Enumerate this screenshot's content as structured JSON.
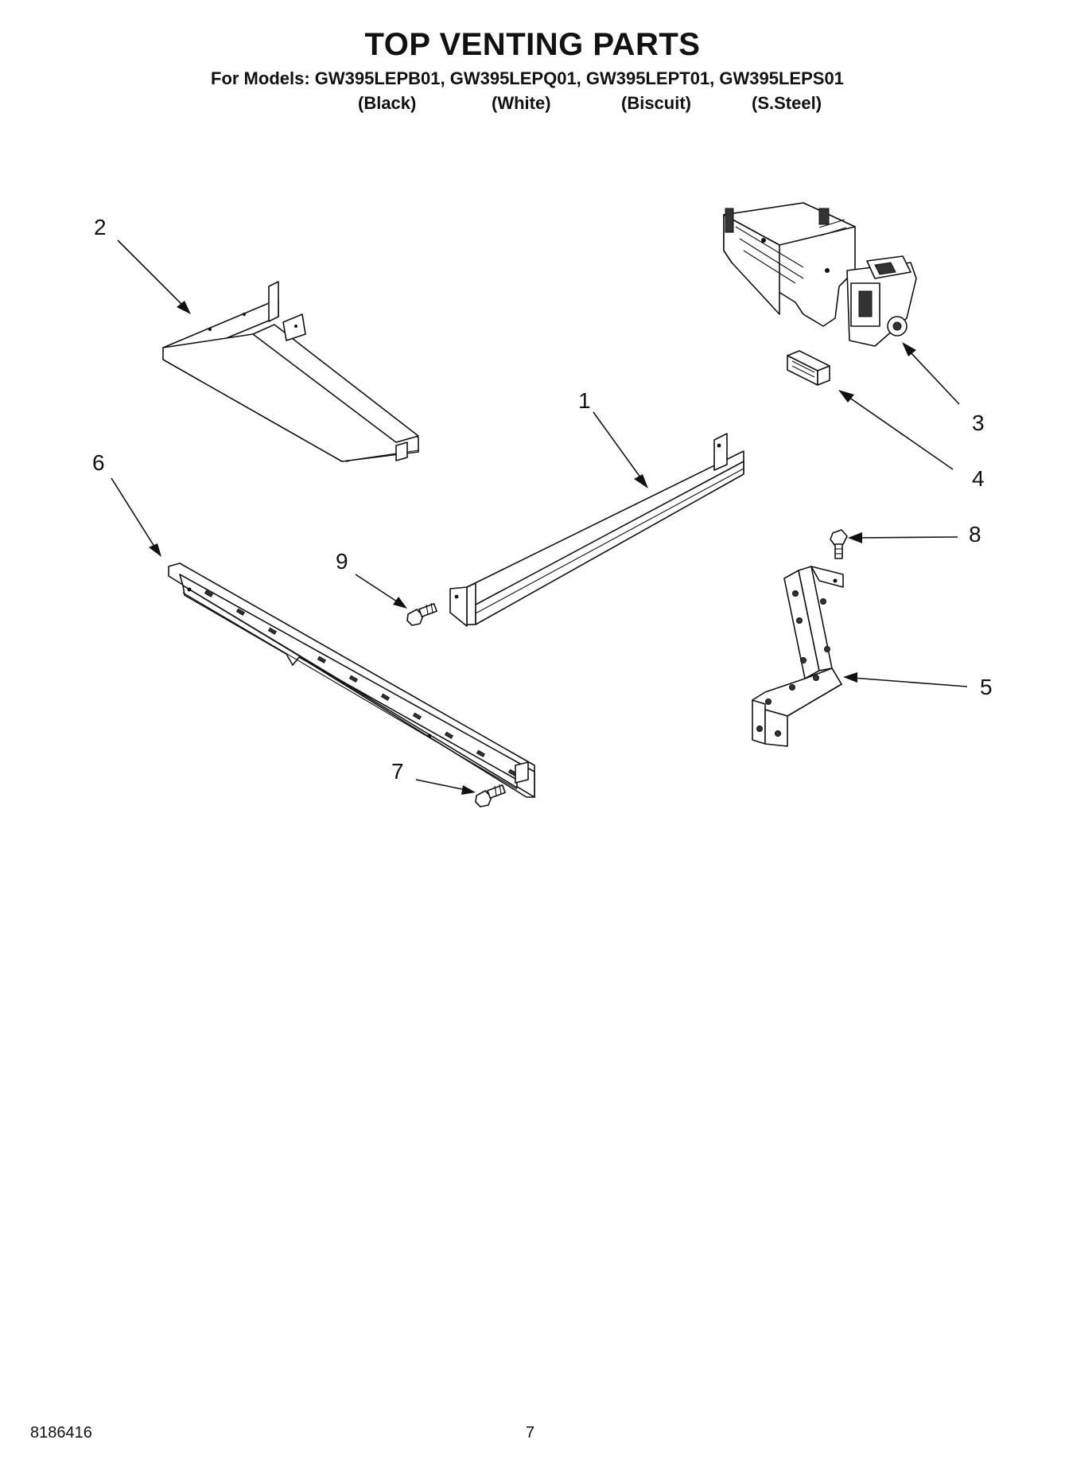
{
  "header": {
    "title": "TOP VENTING PARTS",
    "models_line": "For Models: GW395LEPB01, GW395LEPQ01, GW395LEPT01, GW395LEPS01",
    "colors": [
      "(Black)",
      "(White)",
      "(Biscuit)",
      "(S.Steel)"
    ]
  },
  "callouts": [
    "1",
    "2",
    "3",
    "4",
    "5",
    "6",
    "7",
    "8",
    "9"
  ],
  "footer": {
    "doc_number": "8186416",
    "page_number": "7"
  }
}
